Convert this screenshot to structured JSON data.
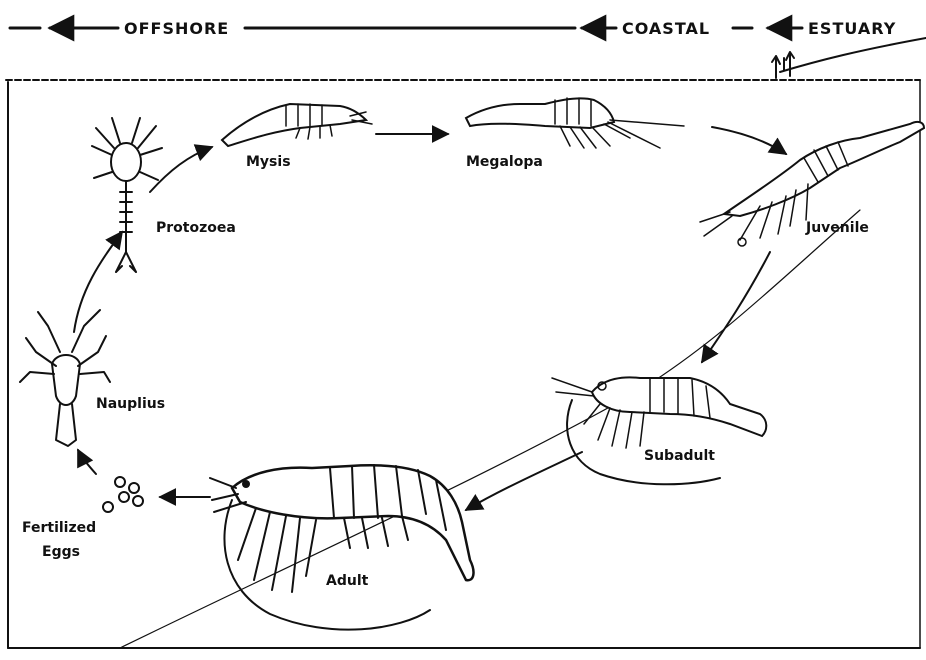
{
  "zones": {
    "offshore": "OFFSHORE",
    "coastal": "COASTAL",
    "estuary": "ESTUARY"
  },
  "stages": {
    "protozoea": "Protozoea",
    "mysis": "Mysis",
    "megalopa": "Megalopa",
    "juvenile": "Juvenile",
    "nauplius": "Nauplius",
    "subadult": "Subadult",
    "adult": "Adult",
    "eggs_line1": "Fertilized",
    "eggs_line2": "Eggs"
  },
  "colors": {
    "ink": "#111111",
    "background": "#ffffff"
  }
}
